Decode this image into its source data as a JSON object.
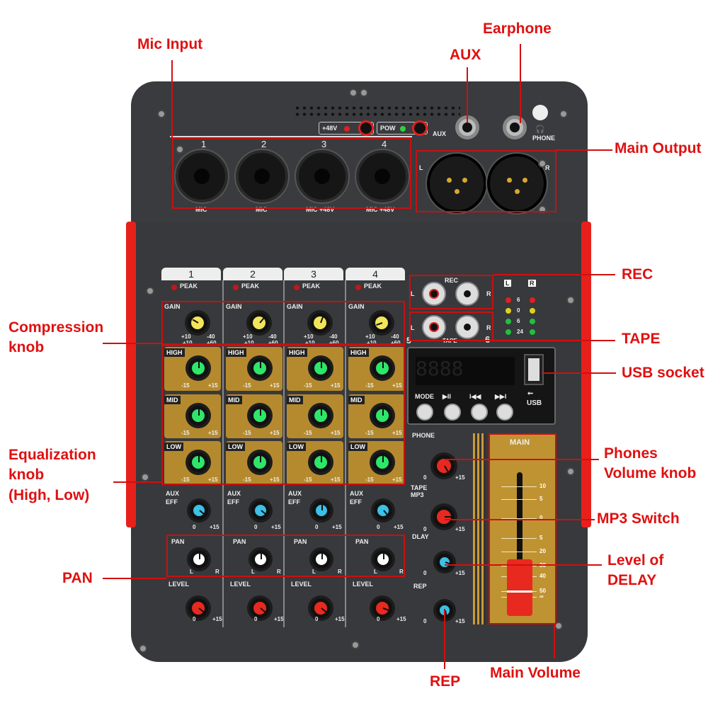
{
  "annotations": {
    "mic_input": "Mic Input",
    "aux": "AUX",
    "earphone": "Earphone",
    "main_output": "Main Output",
    "rec": "REC",
    "tape": "TAPE",
    "usb_socket": "USB socket",
    "phones_volume_knob": [
      "Phones",
      "Volume knob"
    ],
    "mp3_switch": "MP3 Switch",
    "level_of_delay": [
      "Level of",
      "DELAY"
    ],
    "main_volume": "Main Volume",
    "rep": "REP",
    "pan": "PAN",
    "compression_knob": [
      "Compression",
      "knob"
    ],
    "equalization_knob": [
      "Equalization",
      "knob",
      "(High, Low)"
    ]
  },
  "panel": {
    "top": {
      "phantom": "+48V",
      "power": "POW",
      "aux": "AUX",
      "phone": "PHONE",
      "inputs": [
        {
          "num": "1",
          "label": "MIC"
        },
        {
          "num": "2",
          "label": "MIC"
        },
        {
          "num": "3",
          "label": "MIC +48V"
        },
        {
          "num": "4",
          "label": "MIC +48V"
        }
      ],
      "out_l": "L",
      "out_r": "R"
    },
    "channels": [
      {
        "num": "1"
      },
      {
        "num": "2"
      },
      {
        "num": "3"
      },
      {
        "num": "4"
      }
    ],
    "channel_labels": {
      "peak": "PEAK",
      "gain": "GAIN",
      "gain_min": "+10",
      "gain_max": "-40",
      "gain_pad_min": "+10",
      "gain_pad_max": "+60",
      "high": "HIGH",
      "mid": "MID",
      "low": "LOW",
      "eq_min": "-15",
      "eq_max": "+15",
      "aux": "AUX",
      "eff": "EFF",
      "zero": "0",
      "plus15": "+15",
      "pan": "PAN",
      "pan_l": "L",
      "pan_r": "R",
      "level": "LEVEL"
    },
    "rec": "REC",
    "tape": "TAPE",
    "l": "L",
    "r": "R",
    "ch5": "5",
    "ch6": "6",
    "meter": {
      "l": "L",
      "r": "R",
      "levels": [
        "6",
        "0",
        "6",
        "24"
      ],
      "colors": [
        "#e02020",
        "#e0d020",
        "#20c040",
        "#20c040"
      ]
    },
    "player": {
      "mode": "MODE",
      "play_pause": "▶II",
      "prev": "I◀◀",
      "next": "▶▶I",
      "usb": "USB"
    },
    "master": {
      "phone": "PHONE",
      "tape_mp3": [
        "TAPE",
        "MP3"
      ],
      "dlay": "DLAY",
      "rep": "REP",
      "zero": "0",
      "plus15": "+15"
    },
    "fader": {
      "title": "MAIN",
      "scale": [
        "10",
        "5",
        "0",
        "5",
        "20",
        "30",
        "40",
        "50",
        "∞"
      ]
    }
  },
  "colors": {
    "annotation": "#e01010",
    "gain_knob": "#f2e55a",
    "eq_knob": "#2ee66a",
    "aux_knob": "#3cc0e6",
    "pan_knob": "#ffffff",
    "level_knob": "#e8291f",
    "eq_panel": "#b58a2e",
    "body": "#38393c"
  }
}
